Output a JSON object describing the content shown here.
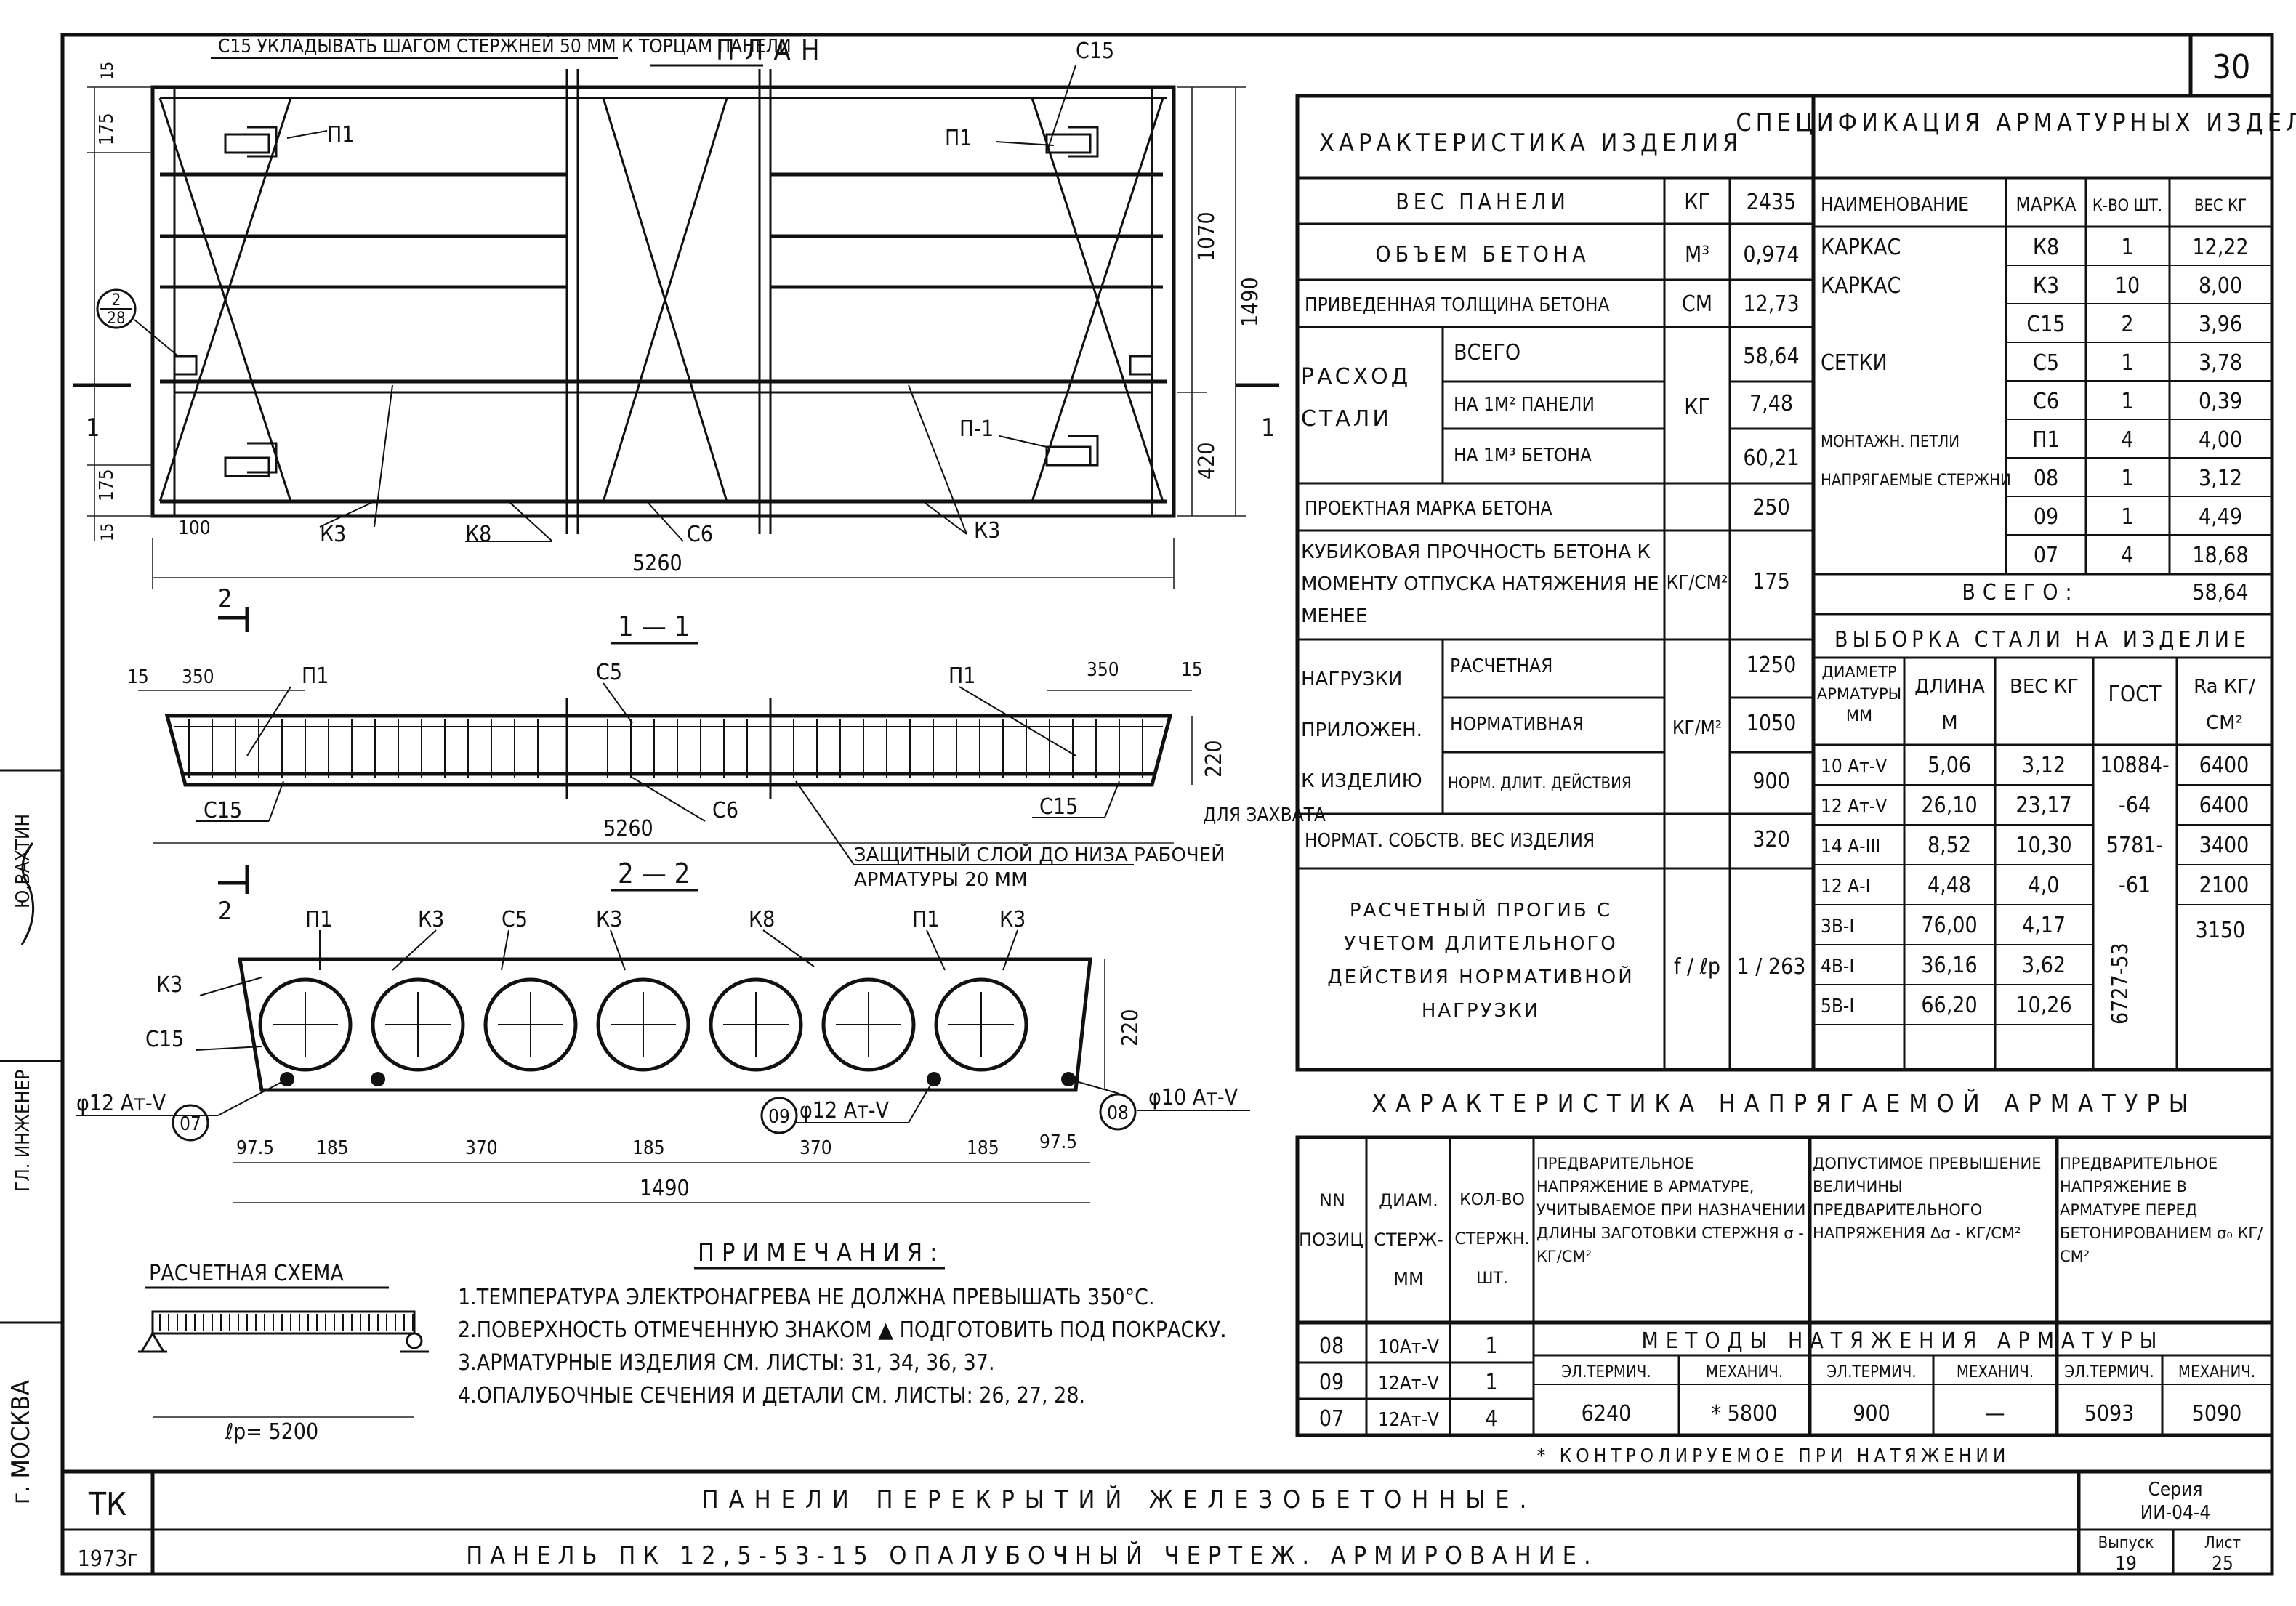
{
  "sheet": {
    "number": "30",
    "city": "г. МОСКВА",
    "stamp_code": "ТК",
    "year": "1973г",
    "title_line1": "ПАНЕЛИ ПЕРЕКРЫТИЙ ЖЕЛЕЗОБЕТОННЫЕ.",
    "title_line2": "ПАНЕЛЬ ПК 12,5-53-15 ОПАЛУБОЧНЫЙ ЧЕРТЕЖ. АРМИРОВАНИЕ.",
    "series_label": "Серия",
    "series_value": "ИИ-04-4",
    "issue_label": "Выпуск",
    "issue_value": "19",
    "list_label": "Лист",
    "list_value": "25",
    "margin_labels": [
      "ГЛ. ИНЖЕНЕР",
      "Ю.ВАХТИН"
    ]
  },
  "plan": {
    "title": "ПЛАН",
    "note_c15": "С15 УКЛАДЫВАТЬ ШАГОМ СТЕРЖНЕЙ 50 ММ К ТОРЦАМ ПАНЕЛИ",
    "labels": [
      "П1",
      "П-1",
      "С15",
      "К3",
      "К8",
      "С6",
      "К3"
    ],
    "callout": "2/28",
    "dims": [
      "175",
      "15",
      "175",
      "15",
      "100",
      "5260",
      "1070",
      "1490",
      "420"
    ],
    "section_marks": [
      "1",
      "1",
      "2",
      "2"
    ]
  },
  "section11": {
    "title": "1 — 1",
    "labels": [
      "П1",
      "С5",
      "П1",
      "С15",
      "С6",
      "С15"
    ],
    "dims": [
      "15",
      "350",
      "350",
      "15",
      "220",
      "5260"
    ],
    "note_grip": "ДЛЯ ЗАХВАТА",
    "note_cover": "ЗАЩИТНЫЙ СЛОЙ ДО НИЗА РАБОЧЕЙ АРМАТУРЫ 20 ММ"
  },
  "section22": {
    "title": "2 — 2",
    "labels": [
      "П1",
      "К3",
      "С5",
      "К3",
      "К8",
      "П1",
      "К3",
      "К3",
      "С15"
    ],
    "bar_07": "φ12 Ат-V",
    "bar_09": "φ12 Ат-V",
    "bar_08": "φ10 Ат-V",
    "marks": [
      "07",
      "09",
      "08"
    ],
    "dims": [
      "97.5",
      "185",
      "370",
      "185",
      "370",
      "185",
      "97.5",
      "1490",
      "220"
    ]
  },
  "scheme": {
    "title": "РАСЧЕТНАЯ СХЕМА",
    "span": "ℓр= 5200"
  },
  "notes": {
    "title": "ПРИМЕЧАНИЯ:",
    "items": [
      "1.ТЕМПЕРАТУРА ЭЛЕКТРОНАГРЕВА НЕ ДОЛЖНА ПРЕВЫШАТЬ 350°С.",
      "2.ПОВЕРХНОСТЬ ОТМЕЧЕННУЮ ЗНАКОМ ▲ ПОДГОТОВИТЬ ПОД ПОКРАСКУ.",
      "3.АРМАТУРНЫЕ ИЗДЕЛИЯ СМ. ЛИСТЫ: 31, 34, 36, 37.",
      "4.ОПАЛУБОЧНЫЕ СЕЧЕНИЯ И ДЕТАЛИ СМ. ЛИСТЫ: 26, 27, 28."
    ]
  },
  "characteristics": {
    "title": "ХАРАКТЕРИСТИКА ИЗДЕЛИЯ",
    "rows": [
      {
        "name": "ВЕС ПАНЕЛИ",
        "unit": "КГ",
        "value": "2435"
      },
      {
        "name": "ОБЪЕМ БЕТОНА",
        "unit": "М³",
        "value": "0,974"
      },
      {
        "name": "ПРИВЕДЕННАЯ ТОЛЩИНА БЕТОНА",
        "unit": "СМ",
        "value": "12,73"
      }
    ],
    "steel_group": "РАСХОД СТАЛИ",
    "steel_unit": "КГ",
    "steel_rows": [
      {
        "name": "ВСЕГО",
        "value": "58,64"
      },
      {
        "name": "НА 1М² ПАНЕЛИ",
        "value": "7,48"
      },
      {
        "name": "НА 1М³ БЕТОНА",
        "value": "60,21"
      }
    ],
    "grade_name": "ПРОЕКТНАЯ МАРКА БЕТОНА",
    "grade_value": "250",
    "strength_name": "КУБИКОВАЯ ПРОЧНОСТЬ БЕТОНА К МОМЕНТУ ОТПУСКА НАТЯЖЕНИЯ НЕ МЕНЕЕ",
    "strength_unit": "КГ/СМ²",
    "strength_value": "175",
    "load_group": "НАГРУЗКИ ПРИЛОЖЕН. К ИЗДЕЛИЮ",
    "load_unit": "КГ/М²",
    "load_rows": [
      {
        "name": "РАСЧЕТНАЯ",
        "value": "1250"
      },
      {
        "name": "НОРМАТИВНАЯ",
        "value": "1050"
      },
      {
        "name": "НОРМ. ДЛИТ. ДЕЙСТВИЯ",
        "value": "900"
      }
    ],
    "selfweight_name": "НОРМАТ. СОБСТВ. ВЕС ИЗДЕЛИЯ",
    "selfweight_value": "320",
    "deflection_name": "РАСЧЕТНЫЙ ПРОГИБ С УЧЕТОМ ДЛИТЕЛЬНОГО ДЕЙСТВИЯ НОРМАТИВНОЙ НАГРУЗКИ",
    "deflection_unit": "f / ℓр",
    "deflection_value": "1 / 263"
  },
  "specification": {
    "title": "СПЕЦИФИКАЦИЯ АРМАТУРНЫХ ИЗДЕЛИЙ",
    "headers": [
      "НАИМЕНОВАНИЕ",
      "МАРКА",
      "К-ВО ШТ.",
      "ВЕС КГ"
    ],
    "rows": [
      {
        "name": "КАРКАС",
        "mark": "К8",
        "qty": "1",
        "weight": "12,22"
      },
      {
        "name": "КАРКАС",
        "mark": "К3",
        "qty": "10",
        "weight": "8,00"
      },
      {
        "name": "",
        "mark": "С15",
        "qty": "2",
        "weight": "3,96"
      },
      {
        "name": "СЕТКИ",
        "mark": "С5",
        "qty": "1",
        "weight": "3,78"
      },
      {
        "name": "",
        "mark": "С6",
        "qty": "1",
        "weight": "0,39"
      },
      {
        "name": "МОНТАЖН. ПЕТЛИ",
        "mark": "П1",
        "qty": "4",
        "weight": "4,00"
      },
      {
        "name": "НАПРЯГАЕМЫЕ СТЕРЖНИ",
        "mark": "08",
        "qty": "1",
        "weight": "3,12"
      },
      {
        "name": "",
        "mark": "09",
        "qty": "1",
        "weight": "4,49"
      },
      {
        "name": "",
        "mark": "07",
        "qty": "4",
        "weight": "18,68"
      }
    ],
    "total_label": "ВСЕГО:",
    "total_value": "58,64"
  },
  "steel_selection": {
    "title": "ВЫБОРКА СТАЛИ НА ИЗДЕЛИЕ",
    "headers": [
      "ДИАМЕТР АРМАТУРЫ ММ",
      "ДЛИНА М",
      "ВЕС КГ",
      "ГОСТ",
      "Ra КГ/СМ²"
    ],
    "rows": [
      {
        "diam": "10 Ат-V",
        "length": "5,06",
        "weight": "3,12",
        "gost": "10884-",
        "ra": "6400"
      },
      {
        "diam": "12 Ат-V",
        "length": "26,10",
        "weight": "23,17",
        "gost": "-64",
        "ra": "6400"
      },
      {
        "diam": "14 А-III",
        "length": "8,52",
        "weight": "10,30",
        "gost": "5781-",
        "ra": "3400"
      },
      {
        "diam": "12 А-I",
        "length": "4,48",
        "weight": "4,0",
        "gost": "-61",
        "ra": "2100"
      },
      {
        "diam": "3В-I",
        "length": "76,00",
        "weight": "4,17",
        "gost": "",
        "ra": ""
      },
      {
        "diam": "4В-I",
        "length": "36,16",
        "weight": "3,62",
        "gost": "6727-53",
        "ra": "3150"
      },
      {
        "diam": "5В-I",
        "length": "66,20",
        "weight": "10,26",
        "gost": "",
        "ra": ""
      }
    ]
  },
  "prestress": {
    "title": "ХАРАКТЕРИСТИКА НАПРЯГАЕМОЙ АРМАТУРЫ",
    "headers": [
      "NN ПОЗИЦ.",
      "ДИАМ. СТЕРЖ- ММ",
      "КОЛ-ВО СТЕРЖН. ШТ.",
      "ПРЕДВАРИТЕЛЬНОЕ НАПРЯЖЕНИЕ В АРМАТУРЕ, УЧИТЫВАЕМОЕ ПРИ НАЗНАЧЕНИИ ДЛИНЫ ЗАГОТОВКИ СТЕРЖНЯ σ - КГ/СМ²",
      "ДОПУСТИМОЕ ПРЕВЫШЕНИЕ ВЕЛИЧИНЫ ПРЕДВАРИТЕЛЬНОГО НАПРЯЖЕНИЯ Δσ - КГ/СМ²",
      "ПРЕДВАРИТЕЛЬНОЕ НАПРЯЖЕНИЕ В АРМАТУРЕ ПЕРЕД БЕТОНИРОВАНИЕМ σ₀ КГ/СМ²"
    ],
    "methods_title": "МЕТОДЫ НАТЯЖЕНИЯ АРМАТУРЫ",
    "methods": [
      "ЭЛ.ТЕРМИЧ.",
      "МЕХАНИЧ.",
      "ЭЛ.ТЕРМИЧ.",
      "МЕХАНИЧ.",
      "ЭЛ.ТЕРМИЧ.",
      "МЕХАНИЧ."
    ],
    "rows": [
      {
        "pos": "08",
        "diam": "10Ат-V",
        "qty": "1"
      },
      {
        "pos": "09",
        "diam": "12Ат-V",
        "qty": "1"
      },
      {
        "pos": "07",
        "diam": "12Ат-V",
        "qty": "4"
      }
    ],
    "values": [
      "6240",
      "* 5800",
      "900",
      "—",
      "5093",
      "5090"
    ],
    "footnote": "* КОНТРОЛИРУЕМОЕ ПРИ НАТЯЖЕНИИ"
  }
}
